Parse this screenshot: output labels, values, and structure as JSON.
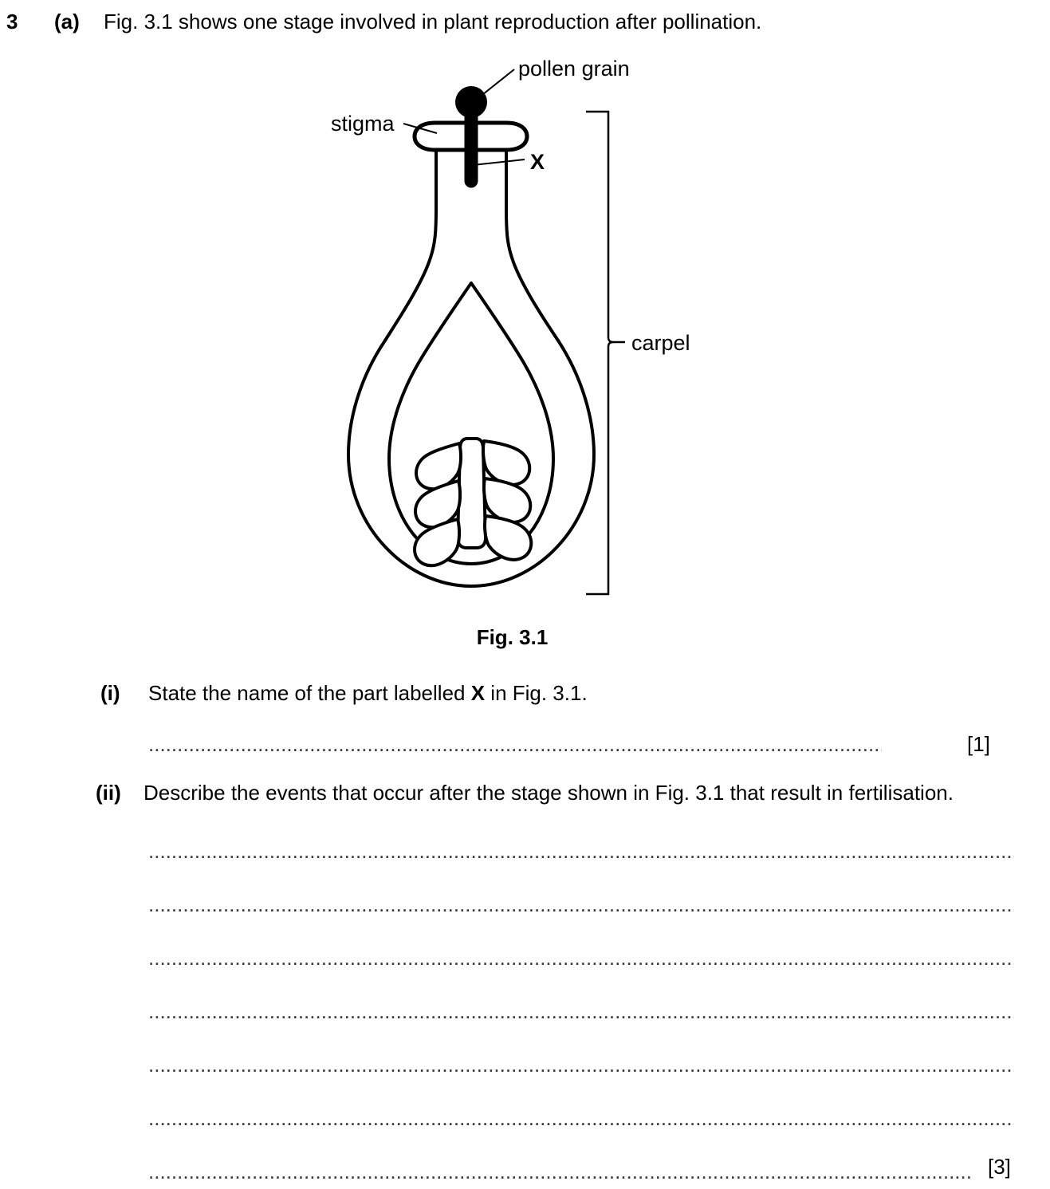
{
  "question": {
    "number": "3",
    "part": "(a)",
    "stem": "Fig. 3.1 shows one stage involved in plant reproduction after pollination."
  },
  "figure": {
    "caption": "Fig. 3.1",
    "labels": {
      "pollen_grain": "pollen grain",
      "stigma": "stigma",
      "x": "X",
      "carpel": "carpel"
    },
    "diagram": {
      "type": "biology-line-diagram",
      "subject": "carpel of a flower after pollination",
      "ovule_count": 6,
      "features": [
        "pollen grain on stigma",
        "pollen tube (X) growing down through the style",
        "stigma",
        "style",
        "ovary wall",
        "placenta",
        "ovules"
      ]
    }
  },
  "subquestions": [
    {
      "roman": "(i)",
      "text_before": "State the name of the part labelled ",
      "bold": "X",
      "text_after": " in Fig. 3.1.",
      "marks": "[1]",
      "answer_lines": 1
    },
    {
      "roman": "(ii)",
      "text_before": "Describe the events that occur after the stage shown in Fig. 3.1 that result in fertilisation.",
      "bold": "",
      "text_after": "",
      "marks": "[3]",
      "answer_lines": 7
    }
  ],
  "dots": {
    "long": "..................................................................................................................................................................................................................................",
    "short": "....................................................................................................................................................................................................................."
  },
  "colors": {
    "ink": "#000000",
    "dots": "#3a3a3a",
    "paper": "#ffffff"
  }
}
